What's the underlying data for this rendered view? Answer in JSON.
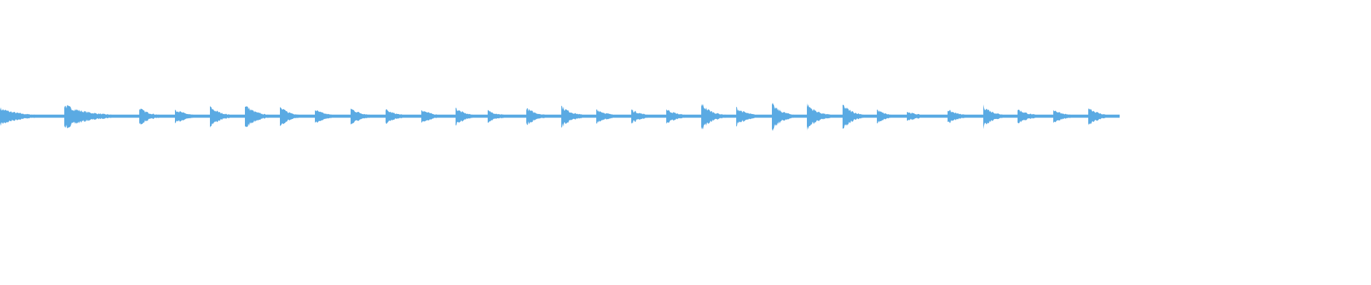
{
  "colors": {
    "background": "#ffffff",
    "waveform": "#5aaae3"
  },
  "waveform": {
    "onsets": [
      0,
      90,
      195,
      245,
      294,
      343,
      392,
      441,
      491,
      540,
      590,
      638,
      683,
      737,
      786,
      835,
      884,
      933,
      982,
      1031,
      1081,
      1130,
      1180,
      1228,
      1270,
      1327,
      1377,
      1425,
      1475,
      1524
    ],
    "peaks": [
      0.6,
      0.85,
      0.62,
      0.55,
      0.72,
      0.88,
      0.68,
      0.5,
      0.62,
      0.5,
      0.52,
      0.62,
      0.42,
      0.62,
      0.78,
      0.56,
      0.52,
      0.55,
      0.95,
      0.65,
      0.9,
      0.92,
      0.88,
      0.5,
      0.35,
      0.5,
      0.78,
      0.55,
      0.52,
      0.72
    ],
    "end": 1568
  }
}
